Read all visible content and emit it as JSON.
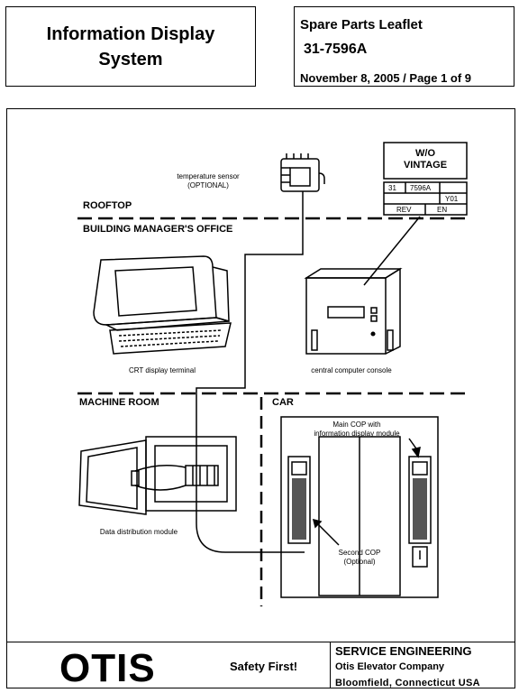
{
  "header": {
    "title_line1": "Information Display",
    "title_line2": "System",
    "leaflet_label": "Spare Parts Leaflet",
    "leaflet_number": "31-7596A",
    "date_page": "November 8, 2005  / Page 1 of 9"
  },
  "diagram": {
    "zones": {
      "rooftop": "ROOFTOP",
      "managers_office": "BUILDING MANAGER'S OFFICE",
      "machine_room": "MACHINE ROOM",
      "car": "CAR"
    },
    "labels": {
      "temp_sensor": "temperature sensor",
      "temp_sensor_opt": "(OPTIONAL)",
      "crt": "CRT display terminal",
      "console": "central computer console",
      "ddm": "Data distribution module",
      "main_cop_1": "Main COP with",
      "main_cop_2": "information display module",
      "second_cop_1": "Second COP",
      "second_cop_2": "(Optional)"
    },
    "vintage_table": {
      "title_1": "W/O",
      "title_2": "VINTAGE",
      "c1": "31",
      "c2": "7596A",
      "c3": "",
      "r2c3": "Y01",
      "rev": "REV",
      "en": "EN"
    }
  },
  "footer": {
    "logo": "OTIS",
    "safety": "Safety First!",
    "dept": "SERVICE ENGINEERING",
    "company": "Otis Elevator Company",
    "location": "Bloomfield, Connecticut USA"
  }
}
